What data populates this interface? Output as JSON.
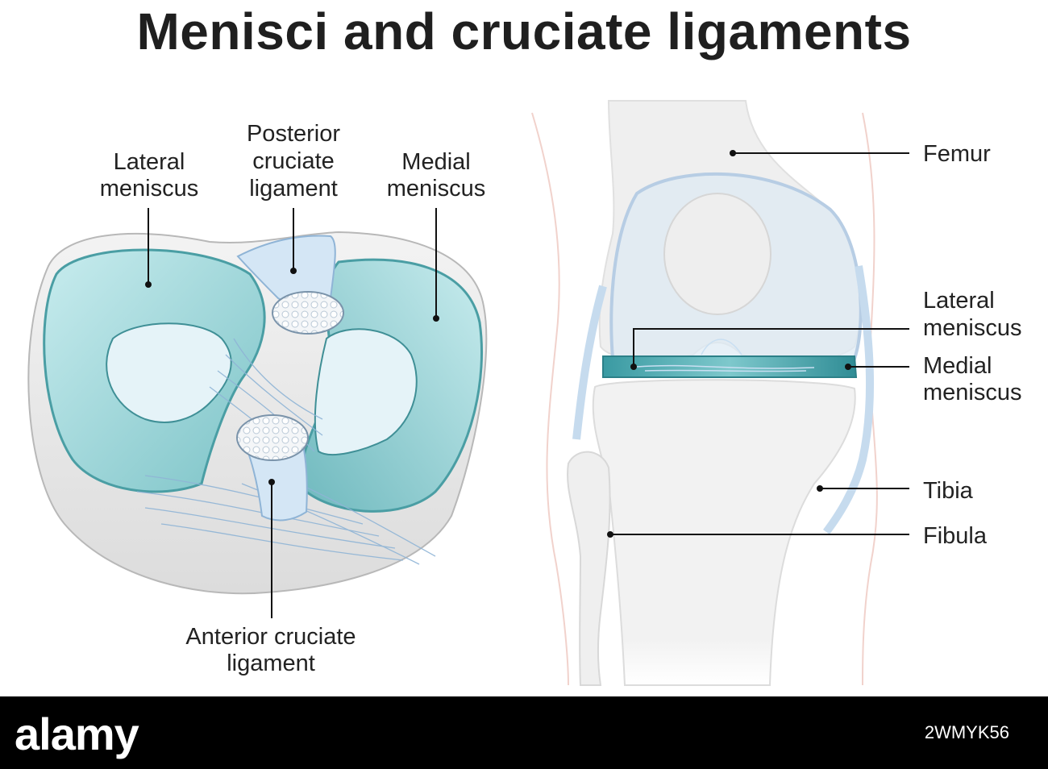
{
  "title": "Menisci and cruciate ligaments",
  "left_view": {
    "labels": {
      "lateral_meniscus": [
        "Lateral",
        "meniscus"
      ],
      "posterior_cruciate": [
        "Posterior",
        "cruciate",
        "ligament"
      ],
      "medial_meniscus": [
        "Medial",
        "meniscus"
      ],
      "anterior_cruciate": [
        "Anterior cruciate",
        "ligament"
      ]
    }
  },
  "right_view": {
    "labels": {
      "femur": "Femur",
      "lateral_meniscus": [
        "Lateral",
        "meniscus"
      ],
      "medial_meniscus": [
        "Medial",
        "meniscus"
      ],
      "tibia": "Tibia",
      "fibula": "Fibula"
    }
  },
  "footer": {
    "brand": "alamy",
    "image_id": "2WMYK56"
  },
  "colors": {
    "meniscus_teal": "#9fd3d6",
    "meniscus_dark": "#3f9ea6",
    "ligament_blue": "#cfe4f4",
    "bone_gray": "#eeeeee"
  }
}
